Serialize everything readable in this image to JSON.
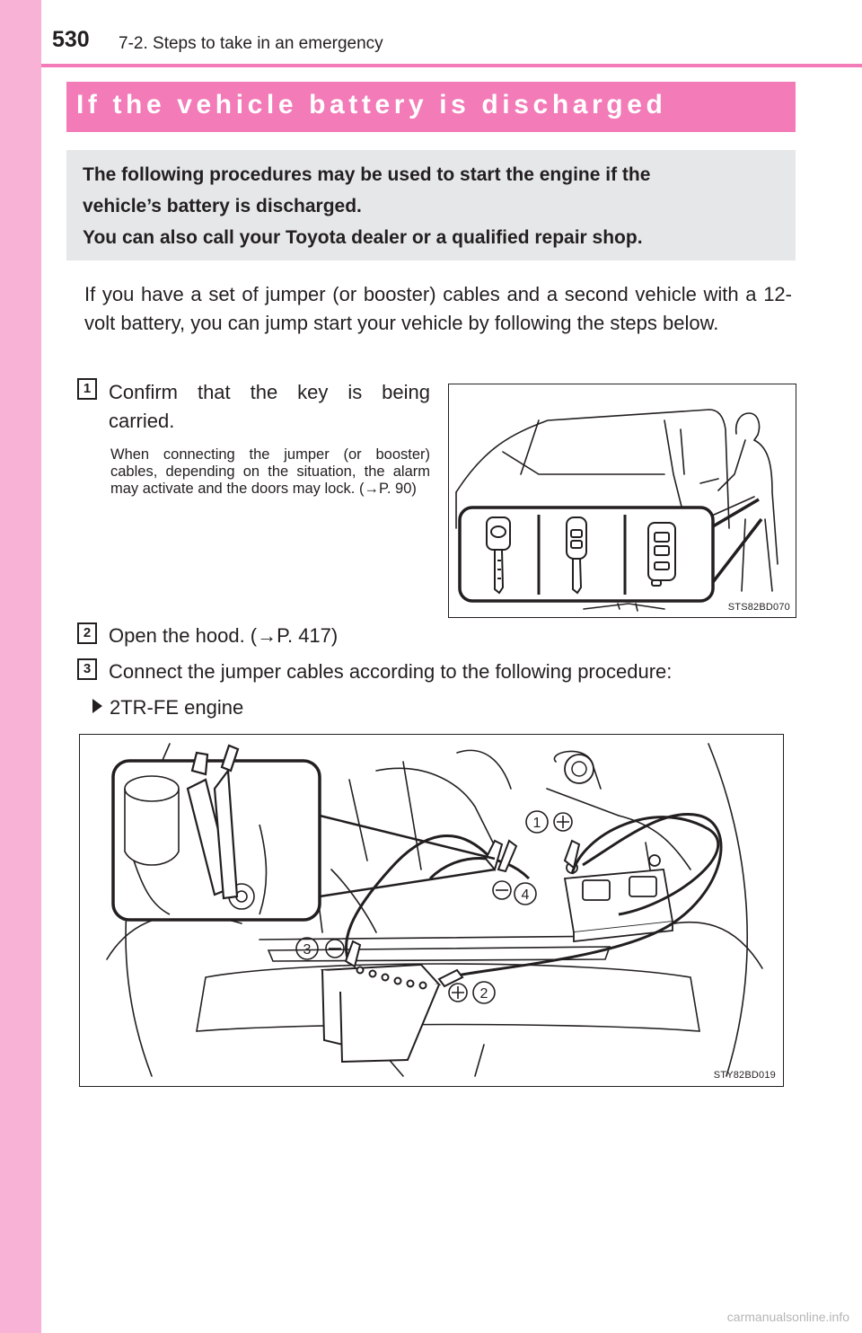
{
  "header": {
    "page_number": "530",
    "section": "7-2. Steps to take in an emergency"
  },
  "title": "If the vehicle battery is discharged",
  "intro": {
    "line1": "The following procedures may be used to start the engine if the",
    "line2": "vehicle’s battery is discharged.",
    "line3": "You can also call your Toyota dealer or a qualified repair shop."
  },
  "paragraph": "If you have a set of jumper (or booster) cables and a second vehicle with a 12-volt battery, you can jump start your vehicle by following the steps below.",
  "steps": [
    {
      "number": "1",
      "text": "Confirm that the key is being carried.",
      "note_prefix": "When connecting the jumper (or booster) cables, depending on the situation, the alarm may activate and the doors may lock. (",
      "note_ref": "P. 90",
      "note_suffix": ")"
    },
    {
      "number": "2",
      "text_prefix": "Open the hood. (",
      "ref": "P. 417",
      "text_suffix": ")"
    },
    {
      "number": "3",
      "text": "Connect the jumper cables according to the following procedure:"
    }
  ],
  "bullet": "2TR-FE engine",
  "figures": {
    "keys_code": "STS82BD070",
    "engine_code": "STY82BD019",
    "callouts": [
      "1",
      "2",
      "3",
      "4"
    ]
  },
  "icons": [
    "right-arrow-icon",
    "bullet-triangle-icon",
    "plus-icon",
    "minus-icon"
  ],
  "footer": "carmanualsonline.info",
  "colors": {
    "accent_pink": "#f27bb8",
    "side_strip": "#f8b2d6",
    "intro_gray": "#e6e7e8"
  }
}
